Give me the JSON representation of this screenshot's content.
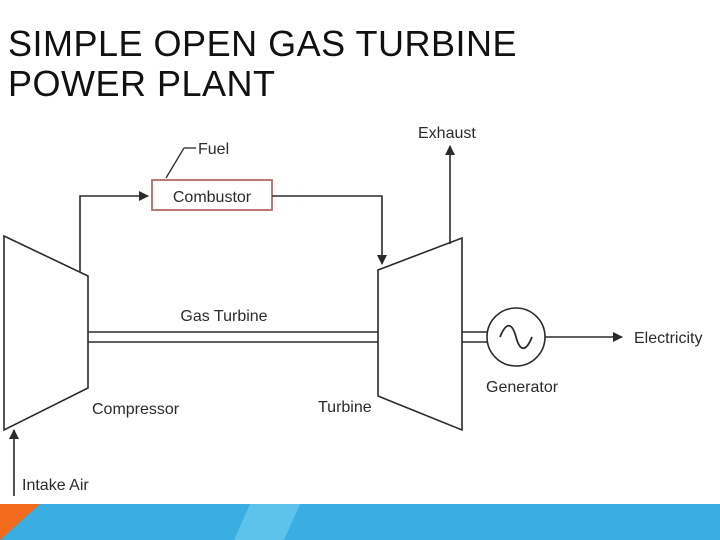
{
  "slide": {
    "title_line1": "SIMPLE OPEN GAS TURBINE",
    "title_line2": "POWER PLANT"
  },
  "diagram": {
    "labels": {
      "fuel": "Fuel",
      "combustor": "Combustor",
      "exhaust": "Exhaust",
      "gas_turbine": "Gas Turbine",
      "electricity": "Electricity",
      "generator": "Generator",
      "compressor": "Compressor",
      "turbine": "Turbine",
      "intake_air": "Intake Air"
    },
    "colors": {
      "line": "#2b2b2b",
      "combustor_box": "#b46a6a"
    }
  },
  "theme": {
    "bar_blue": "#3aaee0",
    "bar_orange": "#f26b1d"
  }
}
